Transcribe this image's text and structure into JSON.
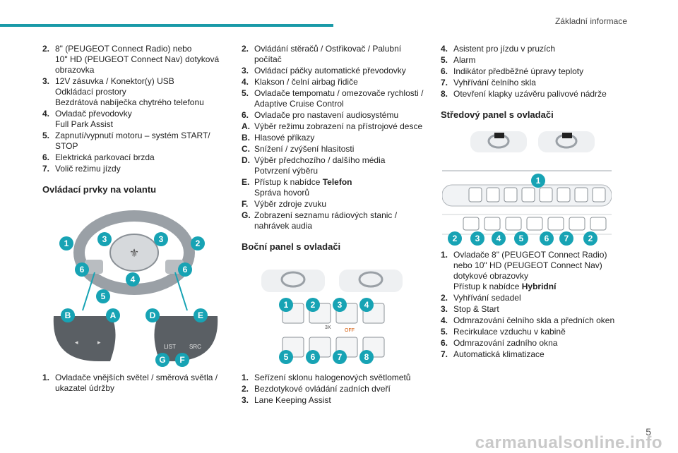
{
  "header": {
    "section": "Základní informace"
  },
  "col1": {
    "items": [
      {
        "num": "2.",
        "lines": [
          "8\" (PEUGEOT Connect Radio) nebo",
          "10\" HD (PEUGEOT Connect Nav) dotyková",
          "obrazovka"
        ]
      },
      {
        "num": "3.",
        "lines": [
          "12V zásuvka / Konektor(y) USB",
          "Odkládací prostory",
          "Bezdrátová nabíječka chytrého telefonu"
        ]
      },
      {
        "num": "4.",
        "lines": [
          "Ovladač převodovky",
          "Full Park Assist"
        ]
      },
      {
        "num": "5.",
        "lines": [
          "Zapnutí/vypnutí motoru – systém START/",
          "STOP"
        ]
      },
      {
        "num": "6.",
        "lines": [
          "Elektrická parkovací brzda"
        ]
      },
      {
        "num": "7.",
        "lines": [
          "Volič režimu jízdy"
        ]
      }
    ],
    "heading": "Ovládací prvky na volantu",
    "wheel_badges": [
      "1",
      "3",
      "3",
      "2",
      "6",
      "6",
      "4",
      "5",
      "B",
      "A",
      "D",
      "E",
      "G",
      "F"
    ],
    "wheel_button_labels": [
      "LIST",
      "SRC"
    ],
    "items2": [
      {
        "num": "1.",
        "lines": [
          "Ovladače vnějších světel / směrová světla /",
          "ukazatel údržby"
        ]
      }
    ]
  },
  "col2": {
    "items": [
      {
        "num": "2.",
        "lines": [
          "Ovládání stěračů / Ostřikovač / Palubní",
          "počítač"
        ]
      },
      {
        "num": "3.",
        "lines": [
          "Ovládací páčky automatické převodovky"
        ]
      },
      {
        "num": "4.",
        "lines": [
          "Klakson / čelní airbag řidiče"
        ]
      },
      {
        "num": "5.",
        "lines": [
          "Ovladače tempomatu / omezovače rychlosti /",
          "Adaptive Cruise Control"
        ]
      },
      {
        "num": "6.",
        "lines": [
          "Ovladače pro nastavení audiosystému"
        ]
      },
      {
        "num": "A.",
        "lines": [
          "Výběr režimu zobrazení na přístrojové desce"
        ]
      },
      {
        "num": "B.",
        "lines": [
          "Hlasové příkazy"
        ]
      },
      {
        "num": "C.",
        "lines": [
          "Snížení / zvýšení hlasitosti"
        ]
      },
      {
        "num": "D.",
        "lines": [
          "Výběr předchozího / dalšího média",
          "Potvrzení výběru"
        ]
      },
      {
        "num": "E.",
        "lines": [
          "Přístup k nabídce ",
          "Správa hovorů"
        ],
        "bold": "Telefon"
      },
      {
        "num": "F.",
        "lines": [
          "Výběr zdroje zvuku"
        ]
      },
      {
        "num": "G.",
        "lines": [
          "Zobrazení seznamu rádiových stanic /",
          "nahrávek audia"
        ]
      }
    ],
    "heading": "Boční panel s ovladači",
    "panel_badges": [
      "1",
      "2",
      "3",
      "4",
      "5",
      "6",
      "7",
      "8"
    ],
    "panel_button_labels": [
      "3X",
      "OFF"
    ],
    "items2": [
      {
        "num": "1.",
        "lines": [
          "Seřízení sklonu halogenových světlometů"
        ]
      },
      {
        "num": "2.",
        "lines": [
          "Bezdotykové ovládání zadních dveří"
        ]
      },
      {
        "num": "3.",
        "lines": [
          "Lane Keeping Assist"
        ]
      }
    ]
  },
  "col3": {
    "items": [
      {
        "num": "4.",
        "lines": [
          "Asistent pro jízdu v pruzích"
        ]
      },
      {
        "num": "5.",
        "lines": [
          "Alarm"
        ]
      },
      {
        "num": "6.",
        "lines": [
          "Indikátor předběžné úpravy teploty"
        ]
      },
      {
        "num": "7.",
        "lines": [
          "Vyhřívání čelního skla"
        ]
      },
      {
        "num": "8.",
        "lines": [
          "Otevření klapky uzávěru palivové nádrže"
        ]
      }
    ],
    "heading": "Středový panel s ovladači",
    "center_badges": [
      "1",
      "2",
      "3",
      "4",
      "5",
      "6",
      "7",
      "2"
    ],
    "items2": [
      {
        "num": "1.",
        "lines": [
          "Ovladače 8\" (PEUGEOT Connect Radio)",
          "nebo 10\" HD (PEUGEOT Connect Nav)",
          "dotykové obrazovky",
          "Přístup k nabídce "
        ],
        "bold": "Hybridní"
      },
      {
        "num": "2.",
        "lines": [
          "Vyhřívání sedadel"
        ]
      },
      {
        "num": "3.",
        "lines": [
          "Stop & Start"
        ]
      },
      {
        "num": "4.",
        "lines": [
          "Odmrazování čelního skla a předních oken"
        ]
      },
      {
        "num": "5.",
        "lines": [
          "Recirkulace vzduchu v kabině"
        ]
      },
      {
        "num": "6.",
        "lines": [
          "Odmrazování zadního okna"
        ]
      },
      {
        "num": "7.",
        "lines": [
          "Automatická klimatizace"
        ]
      }
    ]
  },
  "footer": {
    "page": "5",
    "watermark": "carmanualsonline.info"
  }
}
